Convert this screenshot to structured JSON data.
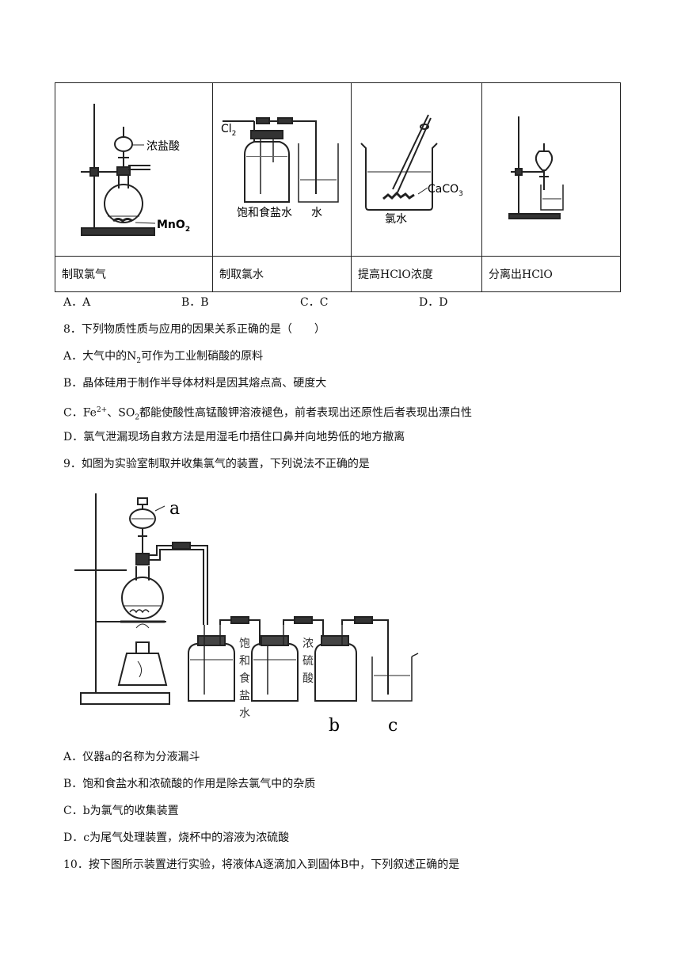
{
  "q7": {
    "images": [
      {
        "labels": {
          "acid": "浓盐酸",
          "mno2": "MnO",
          "mno2_sub": "2"
        }
      },
      {
        "labels": {
          "cl2": "Cl",
          "cl2_sub": "2",
          "brine": "饱和食盐水",
          "water": "水"
        }
      },
      {
        "labels": {
          "caco3": "CaCO",
          "caco3_sub": "3",
          "chlorine_water": "氯水"
        }
      },
      {
        "labels": {}
      }
    ],
    "captions": [
      "制取氯气",
      "制取氯水",
      "提高HClO浓度",
      "分离出HClO"
    ],
    "options": [
      "A．A",
      "B．B",
      "C．C",
      "D．D"
    ]
  },
  "q8": {
    "stem": "8．下列物质性质与应用的因果关系正确的是（　　）",
    "a_pre": "A．大气中的N",
    "a_sub": "2",
    "a_post": "可作为工业制硝酸的原料",
    "b": "B．晶体硅用于制作半导体材料是因其熔点高、硬度大",
    "c_pre": "C．Fe",
    "c_sup": "2+",
    "c_mid": "、SO",
    "c_sub": "2",
    "c_post": "都能使酸性高锰酸钾溶液褪色，前者表现出还原性后者表现出漂白性",
    "d": "D．氯气泄漏现场自救方法是用湿毛巾捂住口鼻并向地势低的地方撤离"
  },
  "q9": {
    "stem": "9．如图为实验室制取并收集氯气的装置，下列说法不正确的是",
    "figure": {
      "a": "a",
      "b": "b",
      "c": "c",
      "brine_chars": [
        "饱",
        "和",
        "食",
        "盐",
        "水"
      ],
      "acid_chars": [
        "浓",
        "硫",
        "酸"
      ]
    },
    "a": "A．仪器a的名称为分液漏斗",
    "b": "B．饱和食盐水和浓硫酸的作用是除去氯气中的杂质",
    "c": "C．b为氯气的收集装置",
    "d": "D．c为尾气处理装置，烧杯中的溶液为浓硫酸"
  },
  "q10": {
    "stem": "10．按下图所示装置进行实验，将液体A逐滴加入到固体B中，下列叙述正确的是"
  }
}
